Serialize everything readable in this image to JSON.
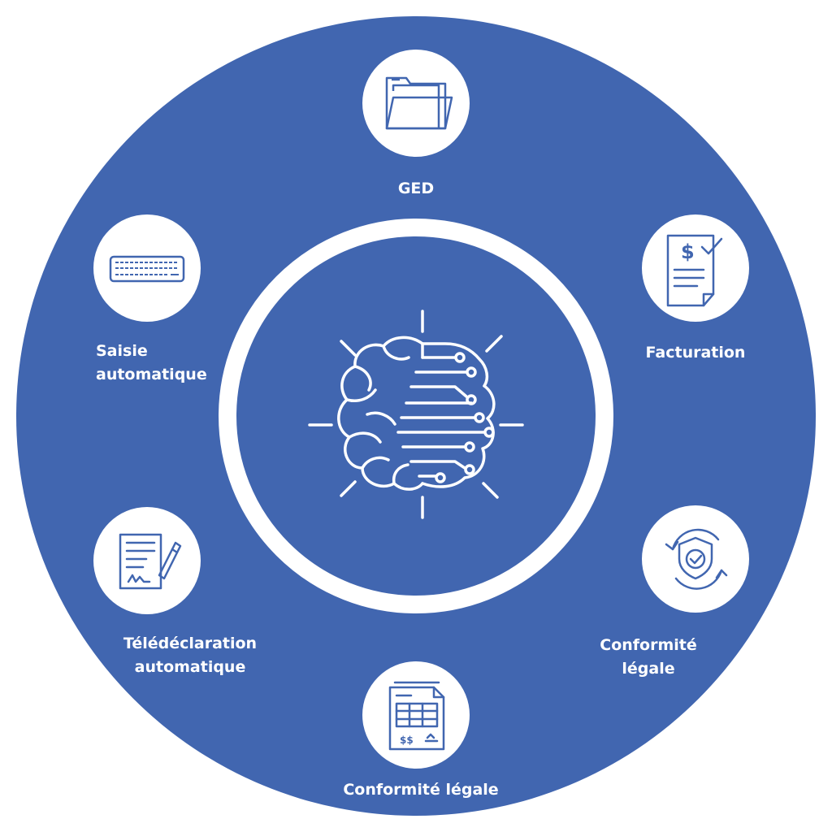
{
  "colors": {
    "background": "#ffffff",
    "ring": "#4166b0",
    "accent": "#ffffff",
    "icon_stroke": "#4166b0"
  },
  "center": {
    "icon": "brain-circuit-icon"
  },
  "nodes": [
    {
      "id": "ged",
      "icon": "folder-icon",
      "label_lines": [
        "GED"
      ]
    },
    {
      "id": "facturation",
      "icon": "invoice-dollar-check-icon",
      "label_lines": [
        "Facturation"
      ]
    },
    {
      "id": "conformite-1",
      "icon": "shield-check-refresh-icon",
      "label_lines": [
        "Conformité",
        "légale"
      ]
    },
    {
      "id": "conformite-2",
      "icon": "spreadsheet-document-icon",
      "label_lines": [
        "Conformité légale"
      ]
    },
    {
      "id": "teledeclaration",
      "icon": "signed-document-pen-icon",
      "label_lines": [
        "Télédéclaration",
        "automatique"
      ]
    },
    {
      "id": "saisie",
      "icon": "keyboard-icon",
      "label_lines": [
        "Saisie",
        "automatique"
      ]
    }
  ]
}
